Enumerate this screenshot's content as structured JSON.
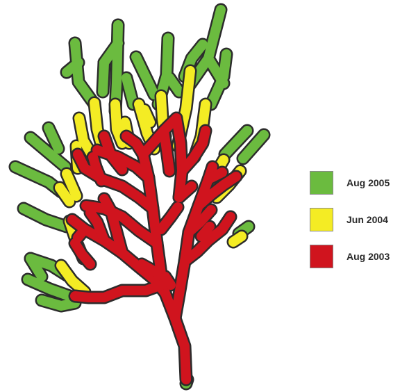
{
  "figure": {
    "legend": [
      {
        "label": "Aug 2005",
        "color": "#6bbb3f"
      },
      {
        "label": "Jun 2004",
        "color": "#f4ec24"
      },
      {
        "label": "Aug 2003",
        "color": "#d0141e"
      }
    ],
    "outline_color": "#2c2c2c"
  }
}
